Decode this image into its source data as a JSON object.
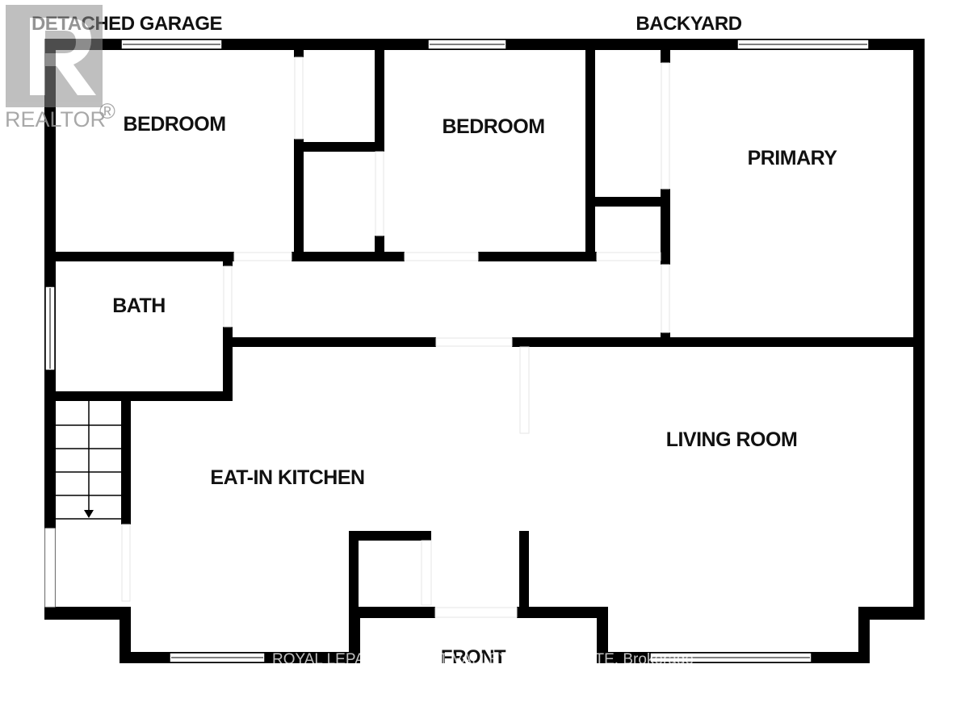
{
  "labels": {
    "detached_garage": "DETACHED GARAGE",
    "backyard": "BACKYARD",
    "front": "FRONT"
  },
  "rooms": {
    "bedroom_left": "BEDROOM",
    "bedroom_middle": "BEDROOM",
    "primary": "PRIMARY",
    "bath": "BATH",
    "living_room": "LIVING ROOM",
    "eat_in_kitchen": "EAT-IN KITCHEN"
  },
  "watermark": {
    "realtor": "REALTOR",
    "registered_mark": "®",
    "brokerage": "ROYAL LEPAGE CREDIT VALLEY REAL ESTATE, Brokerage"
  },
  "colors": {
    "wall": "#000000",
    "background": "#ffffff",
    "realtor_logo": "#8c8c8c"
  }
}
